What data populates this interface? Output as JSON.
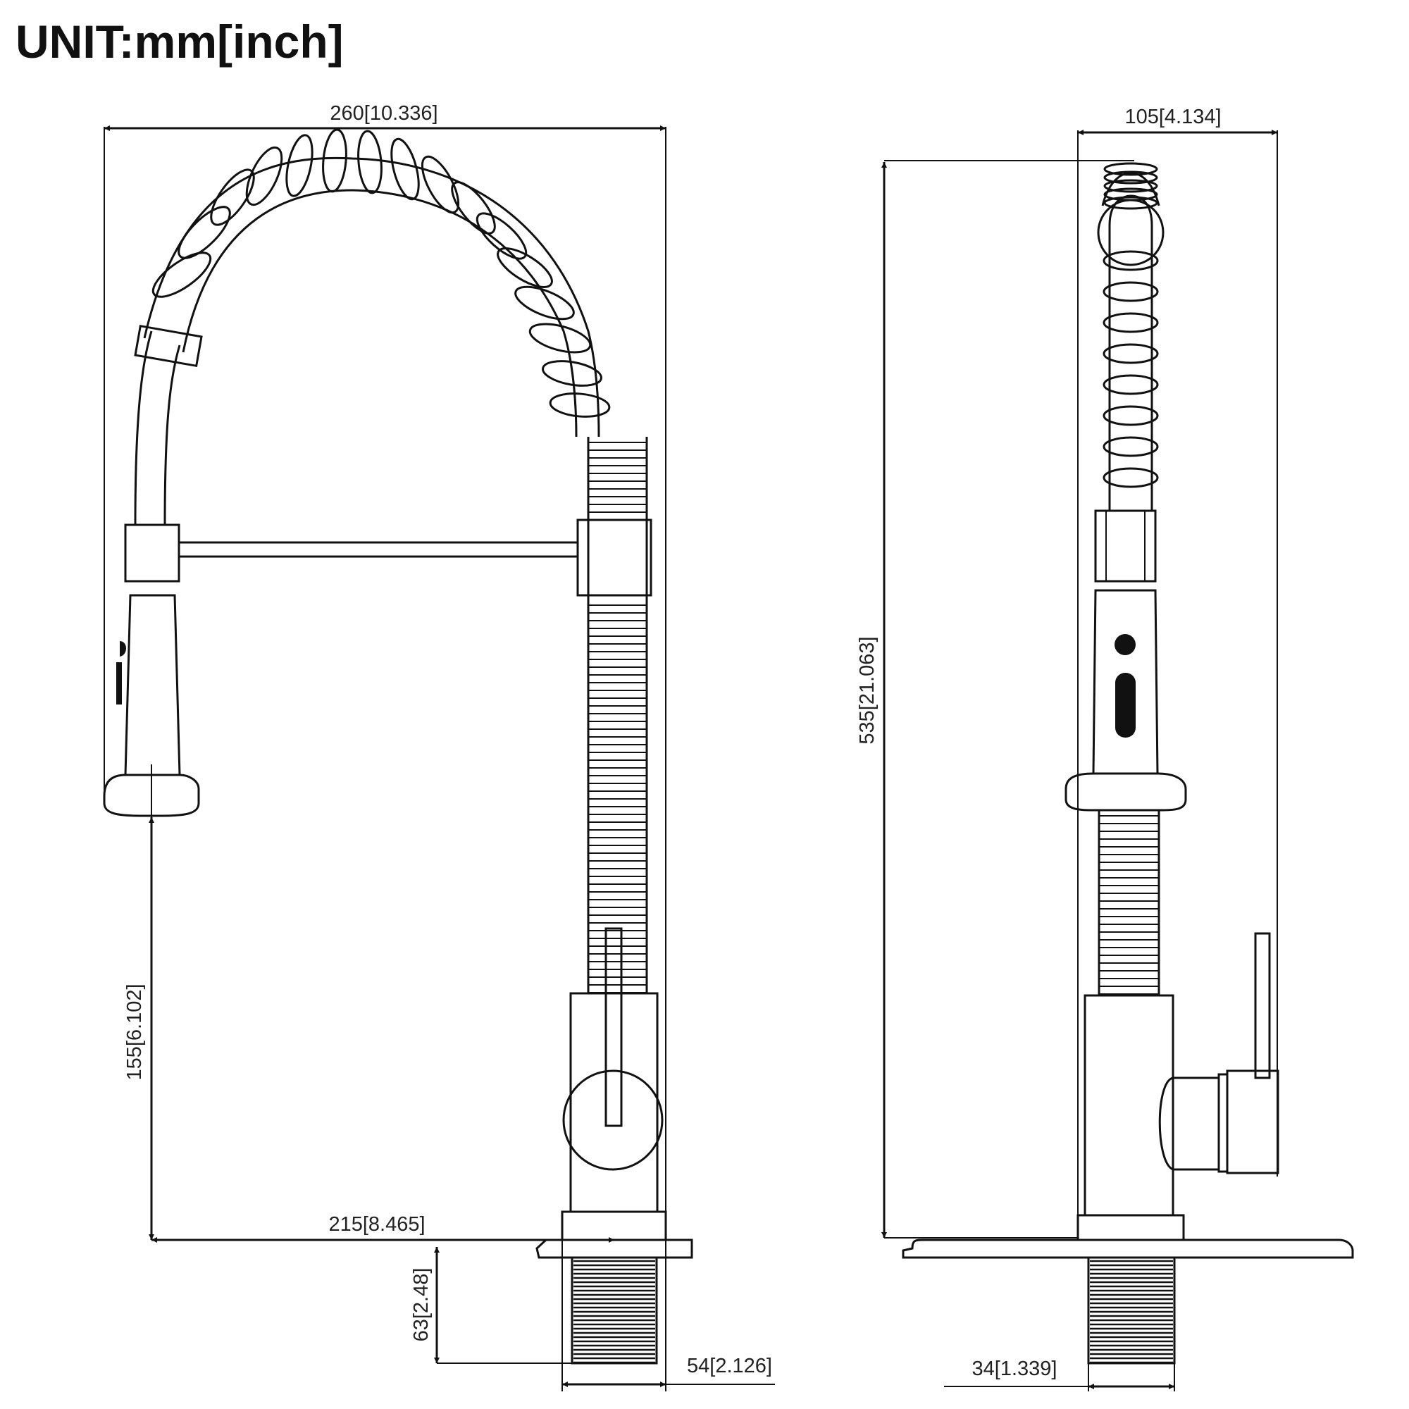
{
  "title": "UNIT:mm[inch]",
  "front_view": {
    "dims": {
      "overall_width": "260[10.336]",
      "spout_height": "155[6.102]",
      "reach": "215[8.465]",
      "shank_length": "63[2.48]",
      "base_width": "54[2.126]"
    }
  },
  "side_view": {
    "dims": {
      "overall_depth": "105[4.134]",
      "overall_height": "535[21.063]",
      "shank_diameter": "34[1.339]"
    }
  }
}
